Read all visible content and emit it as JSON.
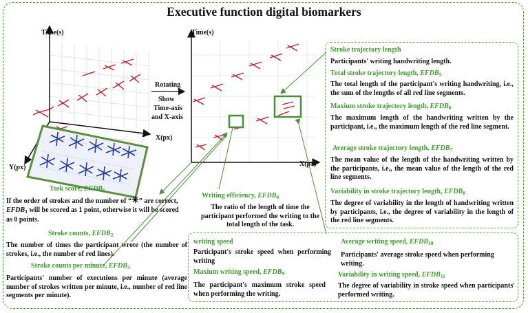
{
  "title": "Executive function digital biomarkers",
  "left_axes": {
    "y": "Time(s)",
    "x": "X(px)",
    "z": "Y(px)"
  },
  "right_axes": {
    "y": "Time(s)",
    "x": "X(px)"
  },
  "rotate": {
    "l1": "Rotating",
    "l2": "Show",
    "l3": "Time-axis",
    "l4": "and X-axis"
  },
  "task_score": {
    "label": "Task score,",
    "code": "EFDB",
    "sub": "1",
    "text1": "If the order of strokes and the number of “",
    "star": "✳",
    "text2": "” are correct,",
    "text3": "will be scored as 1 point,",
    "text4": "otherwise it will be scored as 0 points."
  },
  "stroke_counts": {
    "label": "Stroke counts,",
    "code": "EFDB",
    "sub": "2",
    "text": "The number of times the participant wrote (the number of strokes, i.e., the number of red lines)."
  },
  "stroke_per_minute": {
    "label": "Stroke counts per minute,",
    "code": "EFDB",
    "sub": "3",
    "text": "Participants' number of executions per minute (average number of strokes written per minute, i.e., number of red line segments per minute)."
  },
  "writing_efficiency": {
    "label": "Writing efficiency,",
    "code": "EFDB",
    "sub": "4",
    "text": "The ratio of the length of time the participant performed the writing to the total length of the task."
  },
  "trajectory": {
    "heading": "Stroke trajectory length",
    "desc": "Participants' writing handwriting length.",
    "items": [
      {
        "label": "Total stroke trajectory length,",
        "code": "EFDB",
        "sub": "5",
        "text": "The total length of the participant's writing handwriting, i.e., the sum of the lengths of all red line segments."
      },
      {
        "label": "Maxium stroke trajectory length,",
        "code": "EFDB",
        "sub": "6",
        "text": "The maximum length of the handwriting written by the participant, i.e., the maximum length of the red line segment."
      },
      {
        "label": "Average stroke trajectory length,",
        "code": "EFDB",
        "sub": "7",
        "text": "The mean value of the length of the handwriting written by the participants, i.e., the mean value of the length of the red line segments."
      },
      {
        "label": "Variability in stroke trajectory length,",
        "code": "EFDB",
        "sub": "8",
        "text": "The degree of variability in the length of handwriting written by participants, i.e., the degree of variability in the length of the red line segments."
      }
    ]
  },
  "speed": {
    "heading": "writing speed",
    "desc": "Participant's stroke speed when performing writing",
    "items": [
      {
        "label": "Maxium writing speed,",
        "code": "EFDB",
        "sub": "9",
        "text": "The participant's maximum stroke speed when performing the writing."
      },
      {
        "label": "Average writing speed,",
        "code": "EFDB",
        "sub": "10",
        "text": "Participants' average stroke speed when performing writing."
      },
      {
        "label": "Variability in writing speed,",
        "code": "EFDB",
        "sub": "11",
        "text": "The degree of variability in stroke speed when participants' performed writing."
      }
    ]
  },
  "colors": {
    "accent": "#3f9a2e",
    "box": "#5a8f3c",
    "red": "#c0212e",
    "blue": "#1f3aa0"
  }
}
